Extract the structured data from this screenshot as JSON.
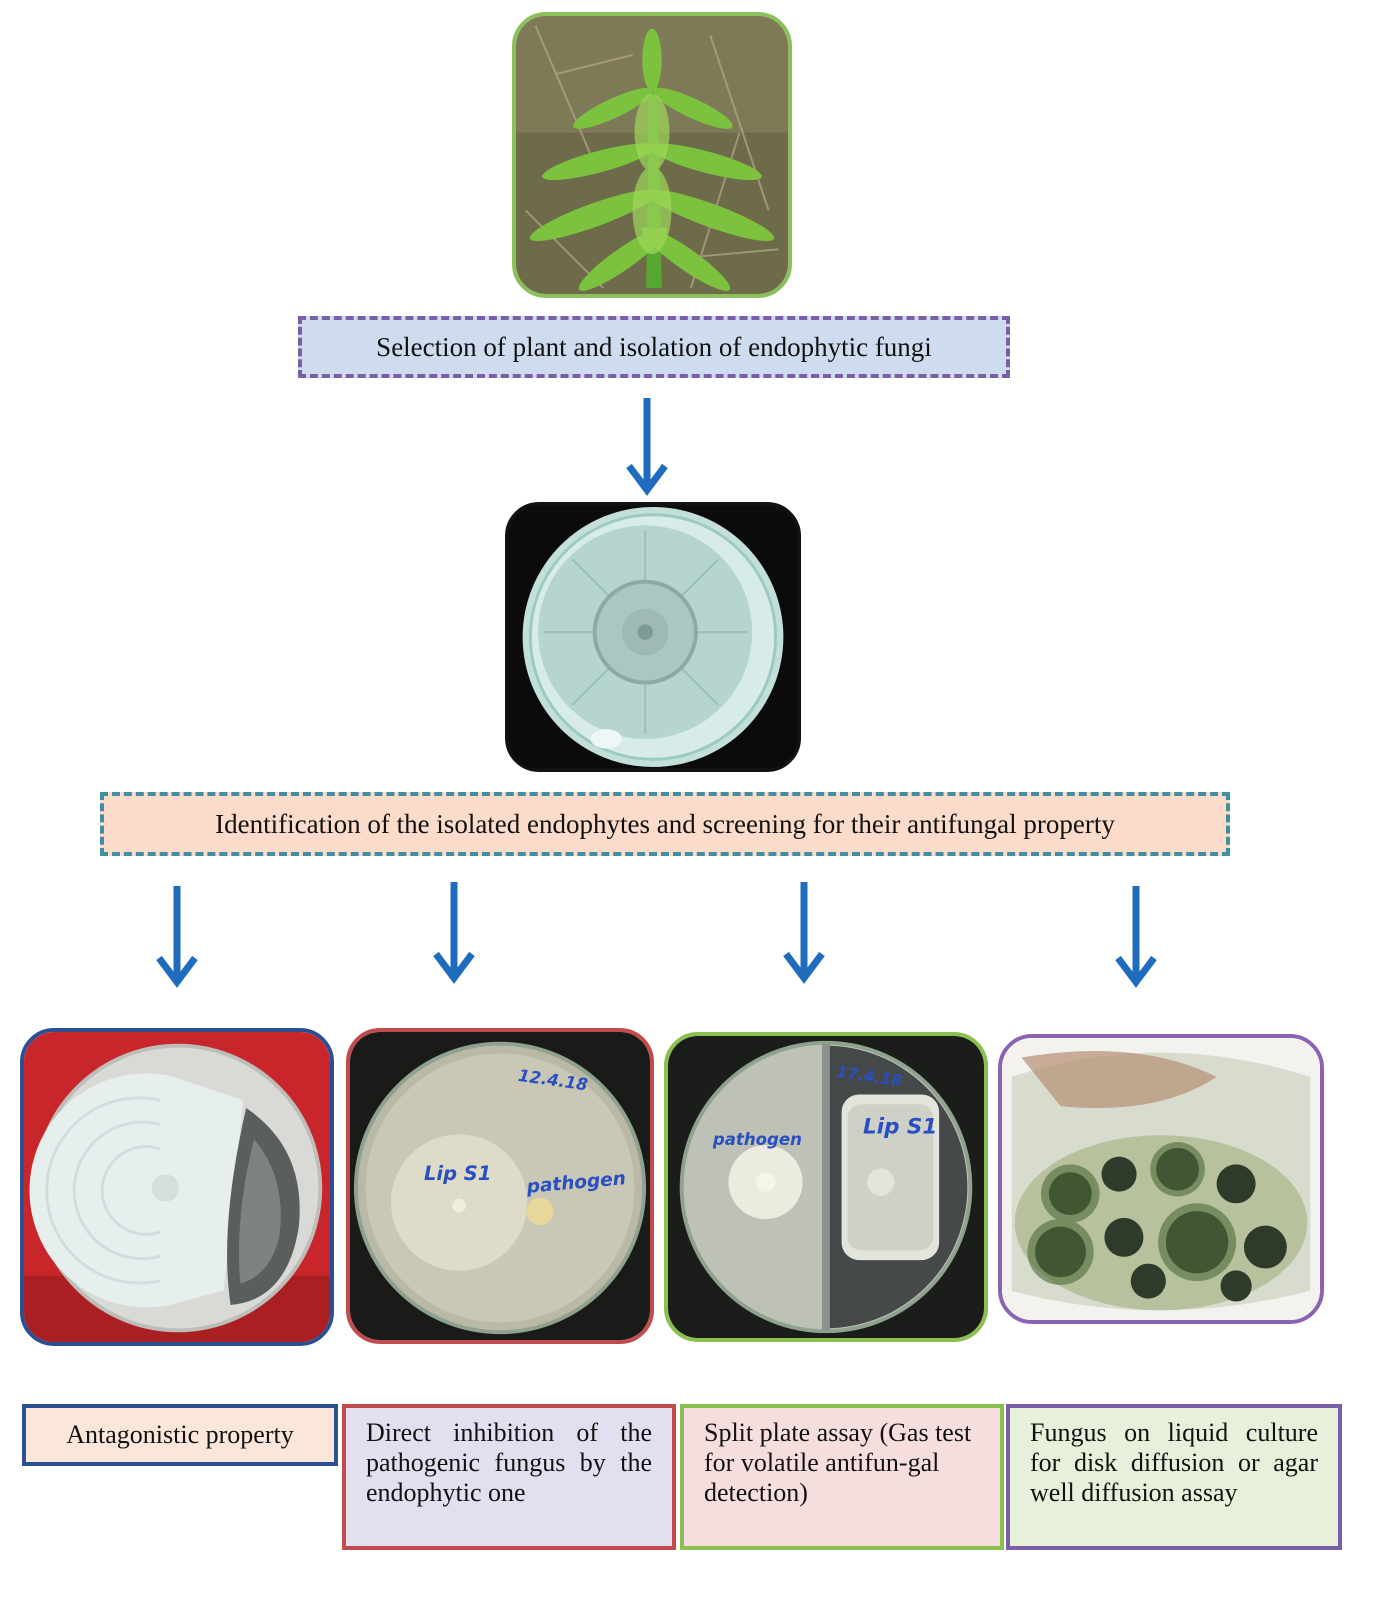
{
  "step1": {
    "label": "Selection of plant and isolation of endophytic fungi",
    "border_color": "#7b5fa6",
    "fill": "#cfdcf0"
  },
  "step2": {
    "label": "Identification of the isolated endophytes and screening for their antifungal property",
    "border_color": "#3f8fa0",
    "fill": "#fbdccb"
  },
  "arrow_color": "#1f6cbf",
  "plates": [
    {
      "name": "antagonistic",
      "border_color": "#2a4f93",
      "labels": []
    },
    {
      "name": "direct-inhibition",
      "border_color": "#c24b4b",
      "labels": [
        "12.4.18",
        "Lip S1",
        "pathogen"
      ]
    },
    {
      "name": "split-plate",
      "border_color": "#8ac050",
      "labels": [
        "17.4.18",
        "pathogen",
        "Lip S1"
      ]
    },
    {
      "name": "liquid-culture",
      "border_color": "#8a63b3",
      "labels": []
    }
  ],
  "captions": [
    {
      "text": "Antagonistic property",
      "border_color": "#2a4f93",
      "fill": "#fbe6da"
    },
    {
      "text": "Direct inhibition of the pathogenic fungus by the endophytic one",
      "border_color": "#c24b4b",
      "fill": "#e4dff0"
    },
    {
      "text": "Split plate assay (Gas test for volatile antifun-gal detection)",
      "border_color": "#8ac050",
      "fill": "#f7dede"
    },
    {
      "text": "Fungus on liquid culture for disk diffusion or agar well diffusion assay",
      "border_color": "#7b5fa6",
      "fill": "#e6f0da"
    }
  ]
}
